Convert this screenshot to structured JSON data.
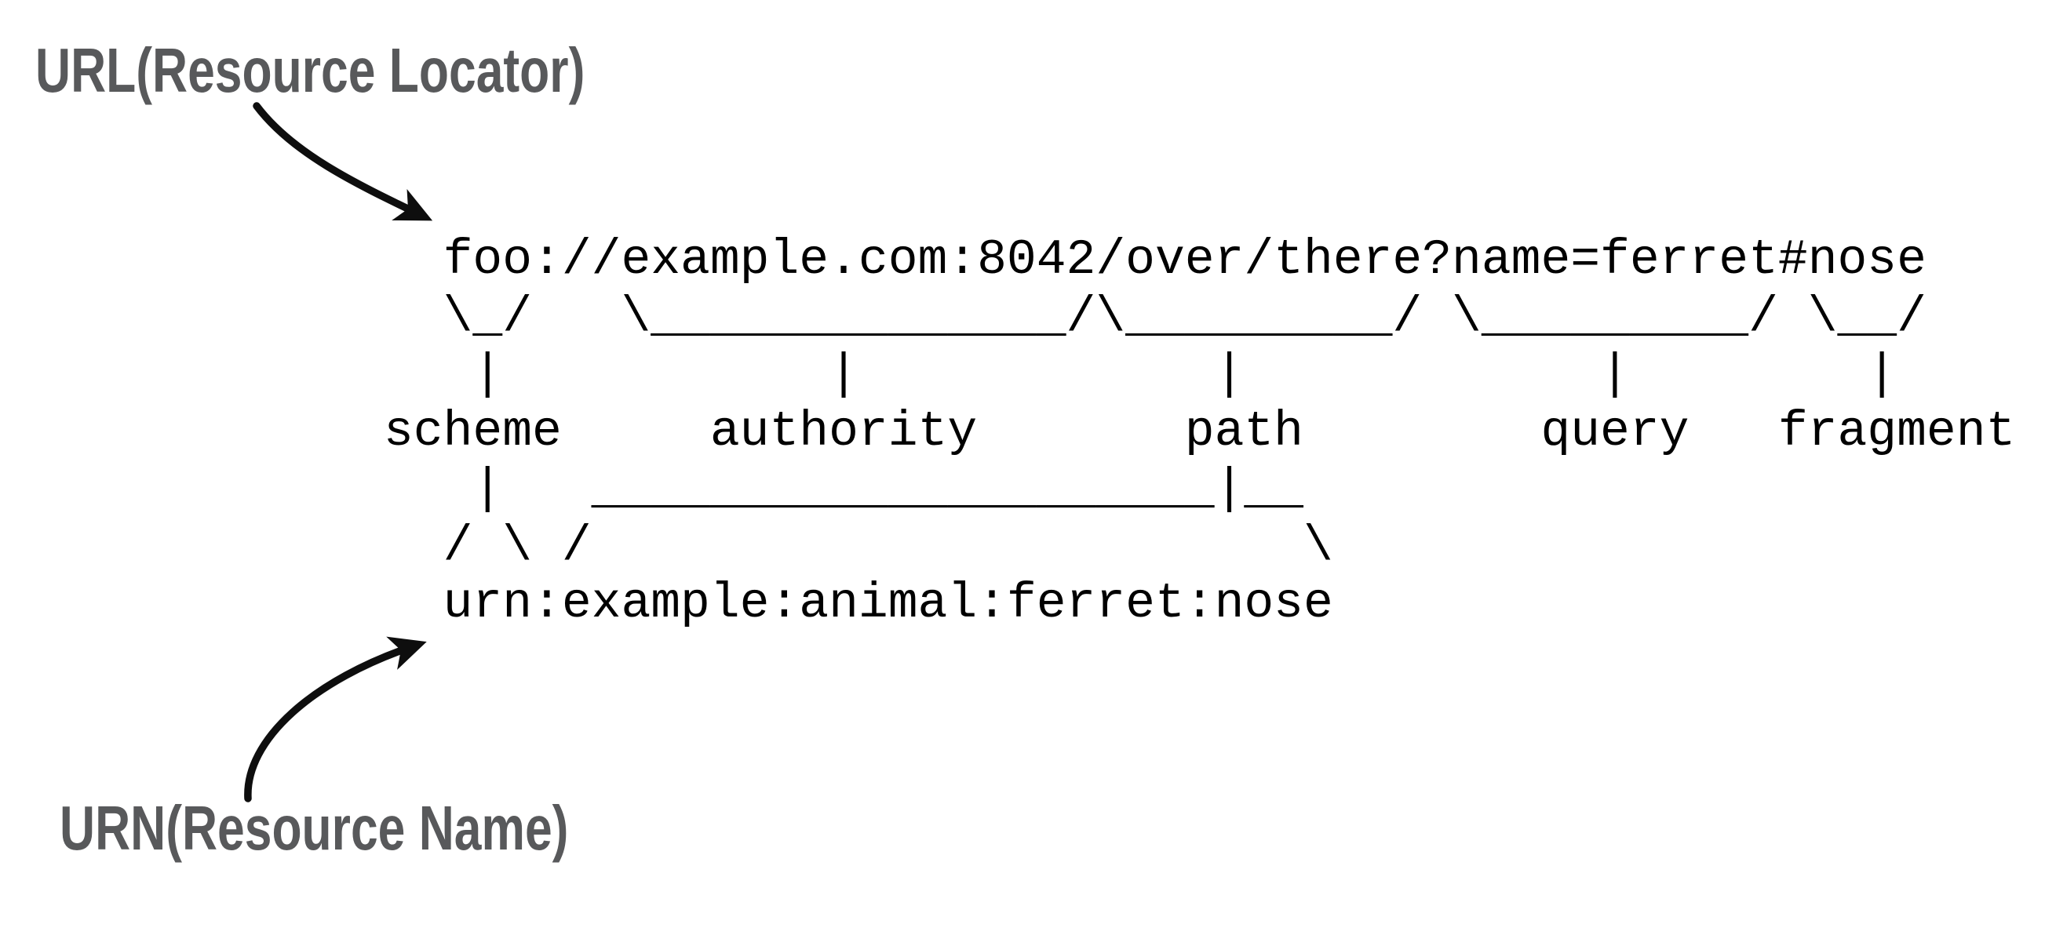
{
  "figure": {
    "background": "#ffffff",
    "mono_text_color": "#000000",
    "label_color": "#58595b",
    "arrow_color": "#0e0e0e"
  },
  "labels": {
    "url": "URL(Resource Locator)",
    "urn": "URN(Resource Name)"
  },
  "uri_diagram": {
    "url_example": "foo://example.com:8042/over/there?name=ferret#nose",
    "urn_example": "urn:example:animal:ferret:nose",
    "component_labels": [
      "scheme",
      "authority",
      "path",
      "query",
      "fragment"
    ],
    "ascii_lines": [
      "  foo://example.com:8042/over/there?name=ferret#nose",
      "  \\_/   \\______________/\\_________/ \\_________/ \\__/",
      "   |           |            |            |        |",
      "scheme     authority       path        query   fragment",
      "   |   _____________________|__",
      "  / \\ /                        \\",
      "  urn:example:animal:ferret:nose"
    ]
  }
}
